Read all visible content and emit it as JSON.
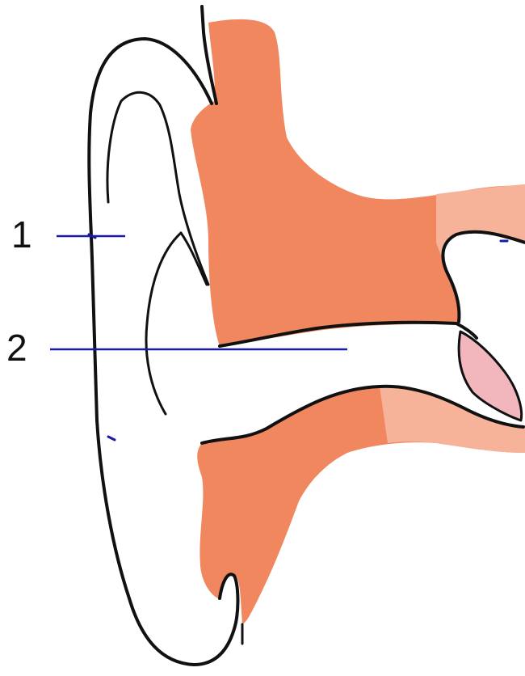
{
  "diagram": {
    "labels": [
      {
        "id": "1",
        "text": "1"
      },
      {
        "id": "2",
        "text": "2"
      }
    ],
    "colors": {
      "tissue": "#f0875f",
      "tissue_light": "#f6b39a",
      "eardrum": "#f2b6bd",
      "outline": "#111111",
      "leader_line": "#1a1aa6"
    }
  }
}
